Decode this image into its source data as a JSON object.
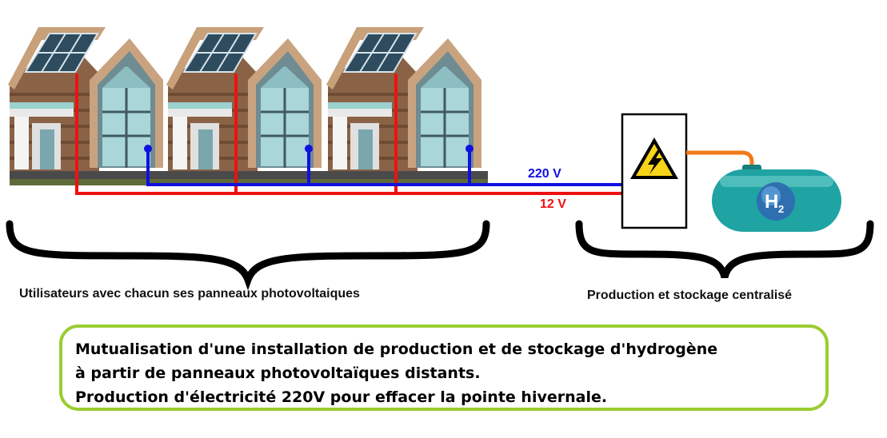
{
  "voltage_labels": {
    "ac": "220 V",
    "dc": "12 V"
  },
  "hydrogen_tank": {
    "symbol": "H",
    "subscript": "2"
  },
  "captions": {
    "users": "Utilisateurs avec chacun ses panneaux photovoltaiques",
    "central": "Production et stockage centralisé"
  },
  "summary": {
    "line1": "Mutualisation d'une installation de production et de stockage d'hydrogène",
    "line2": "à partir de panneaux photovoltaïques distants.",
    "line3": "Production d'électricité 220V pour effacer la pointe hivernale."
  },
  "colors": {
    "ac_line": "#1010e0",
    "dc_line": "#ee1111",
    "hydrogen_pipe": "#f07a1a",
    "tank": "#1fa3a3",
    "summary_border": "#9acd32"
  },
  "icons": [
    "house-icon",
    "solar-panel-icon",
    "high-voltage-warning-icon",
    "hydrogen-tank-icon",
    "curly-brace-icon"
  ]
}
